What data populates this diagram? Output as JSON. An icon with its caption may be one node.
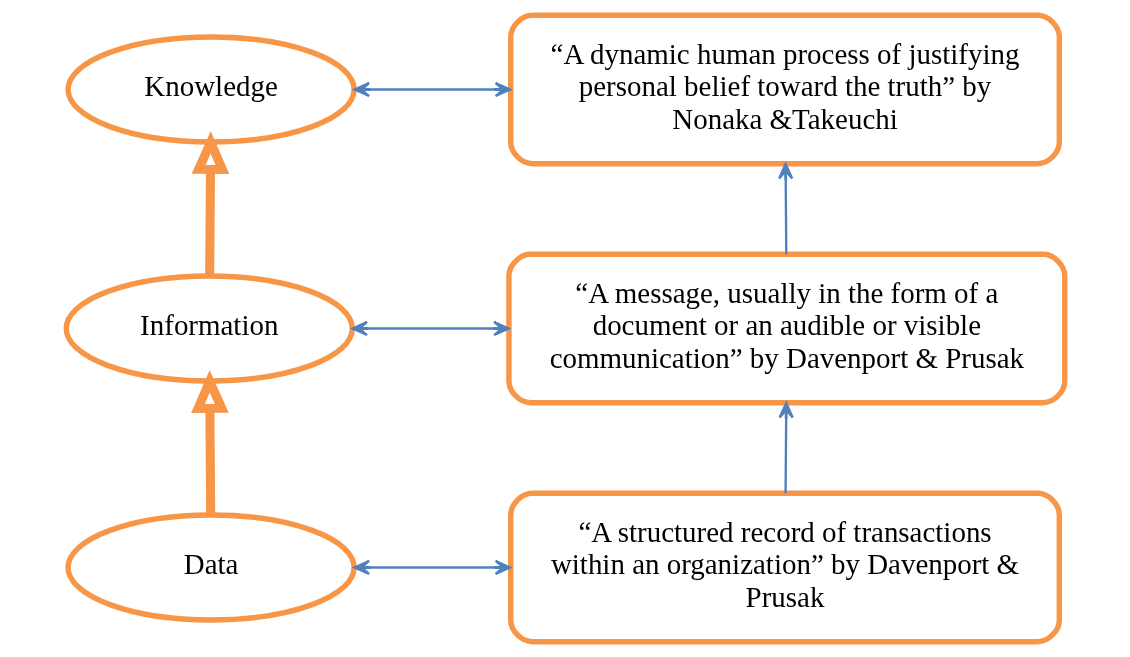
{
  "diagram": {
    "nodes": [
      {
        "text": [
          "Knowledge"
        ]
      },
      {
        "text": [
          "Information"
        ]
      },
      {
        "text": [
          "Data"
        ]
      },
      {
        "text": [
          "“A dynamic human process of justifying personal belief toward the truth” by Nonaka &Takeuchi"
        ]
      },
      {
        "text": [
          "“A message, usually in the form of a document or an audible or visible communication” by Davenport & Prusak"
        ]
      },
      {
        "text": [
          "“A structured record of transactions within an organization” by Davenport & Prusak"
        ]
      }
    ],
    "edges": [
      {
        "from": 0,
        "to": 3,
        "arrow": "both"
      },
      {
        "from": 1,
        "to": 4,
        "arrow": "both"
      },
      {
        "from": 2,
        "to": 5,
        "arrow": "both"
      },
      {
        "from": 5,
        "to": 4,
        "arrow": "to"
      },
      {
        "from": 4,
        "to": 3,
        "arrow": "to"
      },
      {
        "from": 2,
        "to": 1,
        "arrow": "to",
        "style": "thick",
        "color": "#f79646"
      },
      {
        "from": 1,
        "to": 0,
        "arrow": "to",
        "style": "thick",
        "color": "#f79646"
      }
    ]
  }
}
